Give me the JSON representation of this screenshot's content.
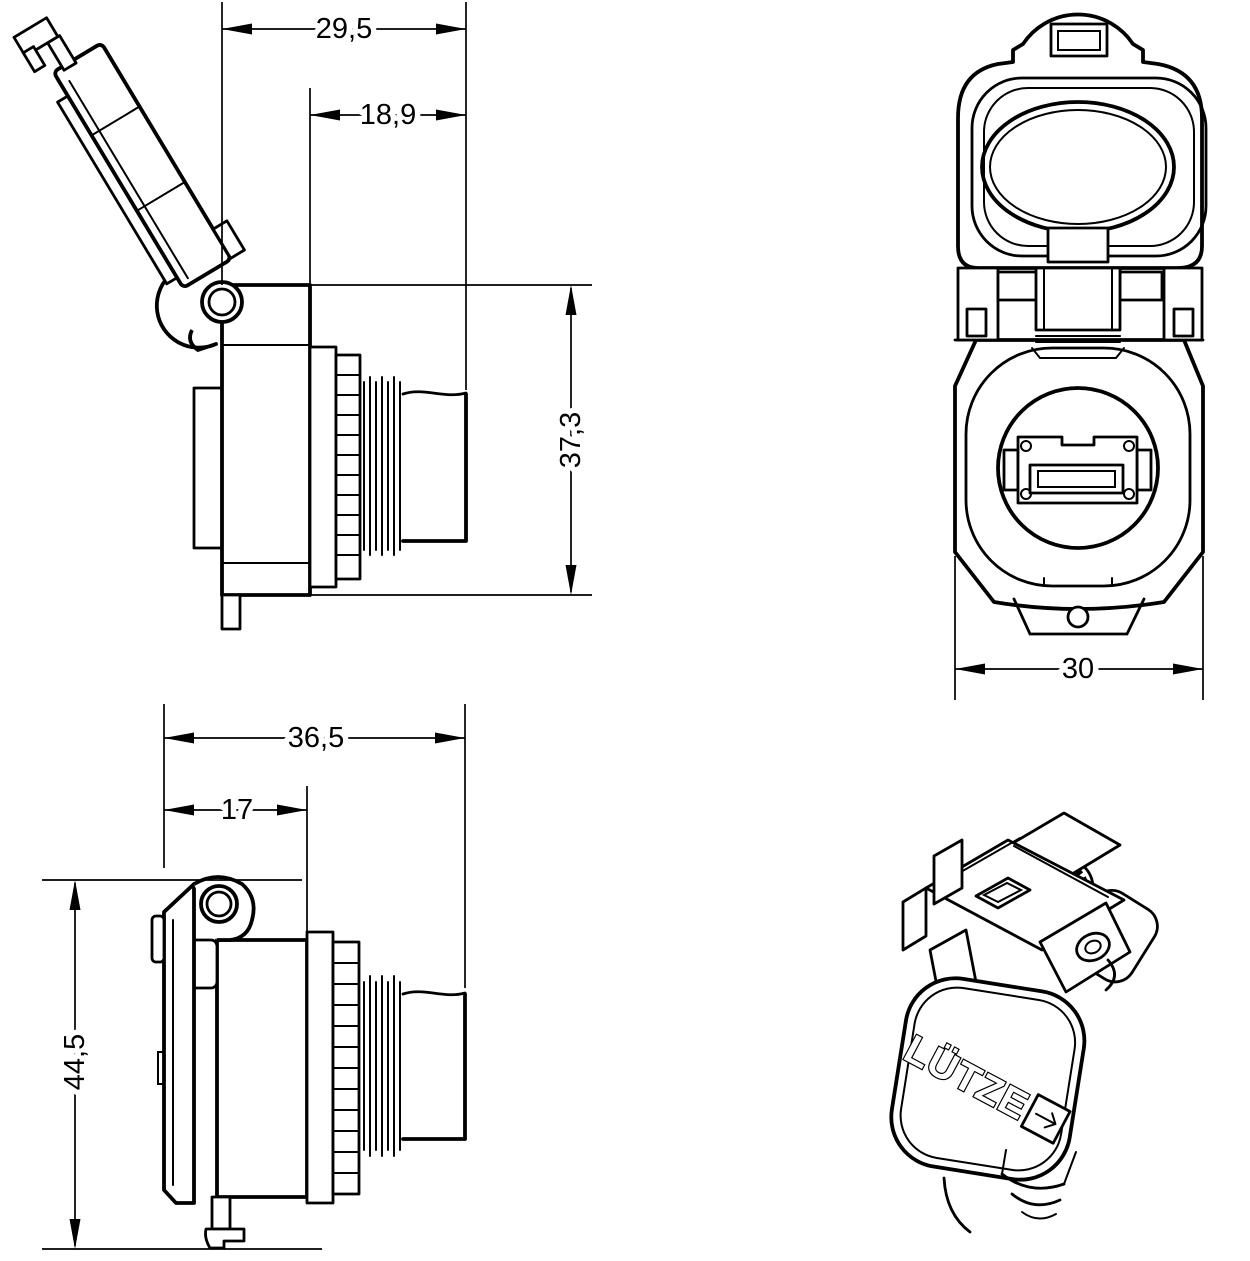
{
  "colors": {
    "line": "#000000",
    "background": "#ffffff"
  },
  "views": {
    "side_open": {
      "name": "side-view-cap-open",
      "dims": {
        "total_width": "29,5",
        "front_width": "18,9",
        "height": "37,3"
      }
    },
    "front": {
      "name": "front-view",
      "dims": {
        "width": "30"
      }
    },
    "side_closed": {
      "name": "side-view-cap-closed",
      "dims": {
        "total_depth": "36,5",
        "body_depth": "17",
        "total_height": "44,5"
      }
    },
    "perspective": {
      "name": "perspective-view",
      "logo": "LÜTZE",
      "logo_icon": "arrow-right-flag-icon"
    }
  }
}
